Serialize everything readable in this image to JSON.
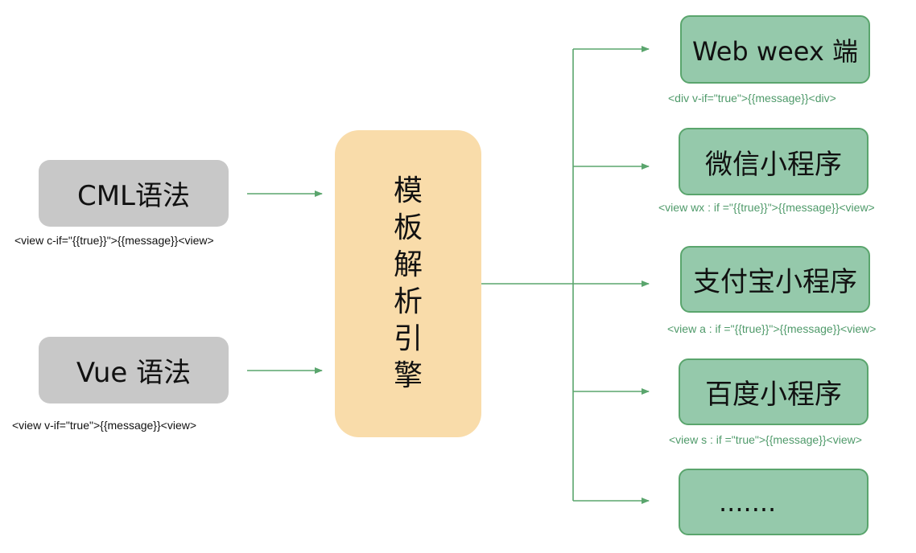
{
  "colors": {
    "source_box": "#c8c8c8",
    "engine_box": "#f9dcaa",
    "target_box": "#95c9ab",
    "target_border": "#5aa56d",
    "arrow": "#5aa56d",
    "green_code_text": "#4f9a6a"
  },
  "sources": [
    {
      "label": "CML语法",
      "code": "<view c-if=\"{{true}}\">{{message}}<view>"
    },
    {
      "label": "Vue 语法",
      "code": "<view v-if=\"true\">{{message}}<view>"
    }
  ],
  "engine": {
    "label": [
      "模",
      "板",
      "解",
      "析",
      "引",
      "擎"
    ]
  },
  "targets": [
    {
      "label": "Web weex 端",
      "code": "<div v-if=\"true\">{{message}}<div>"
    },
    {
      "label": "微信小程序",
      "code": "<view wx : if =\"{{true}}\">{{message}}<view>"
    },
    {
      "label": "支付宝小程序",
      "code": "<view a : if =\"{{true}}\">{{message}}<view>"
    },
    {
      "label": "百度小程序",
      "code": "<view s : if =\"true\">{{message}}<view>"
    },
    {
      "label": "......."
    }
  ]
}
